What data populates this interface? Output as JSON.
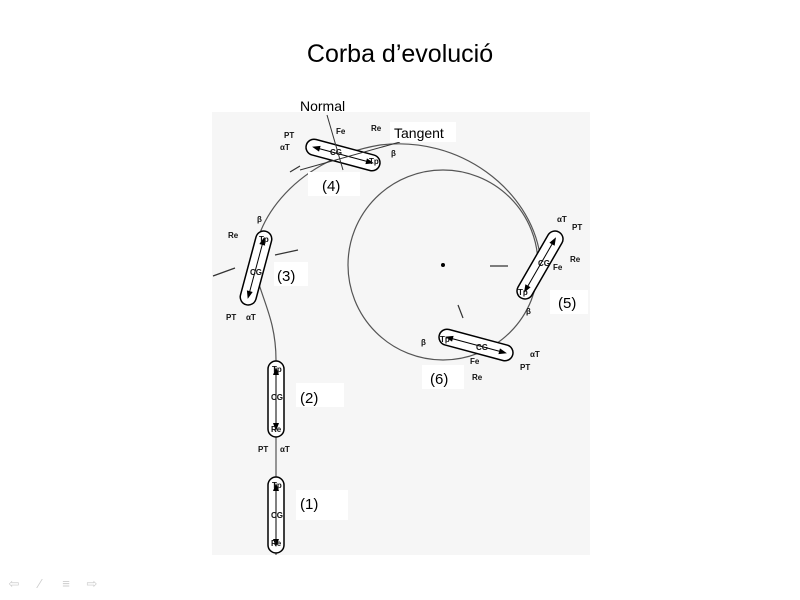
{
  "slide": {
    "title": "Corba d’evolució"
  },
  "diagram": {
    "normal_label": "Normal",
    "tangent_label": "Tangent",
    "positions": [
      "(1)",
      "(2)",
      "(3)",
      "(4)",
      "(5)",
      "(6)"
    ],
    "ship_labels": {
      "cg": "CG",
      "tp": "Tp",
      "re": "Re",
      "fe": "Fe",
      "pt": "PT",
      "alpha": "αT",
      "beta": "β"
    }
  },
  "nav": {
    "icons": [
      "arrow-left-icon",
      "pen-icon",
      "menu-icon",
      "arrow-right-icon"
    ]
  }
}
